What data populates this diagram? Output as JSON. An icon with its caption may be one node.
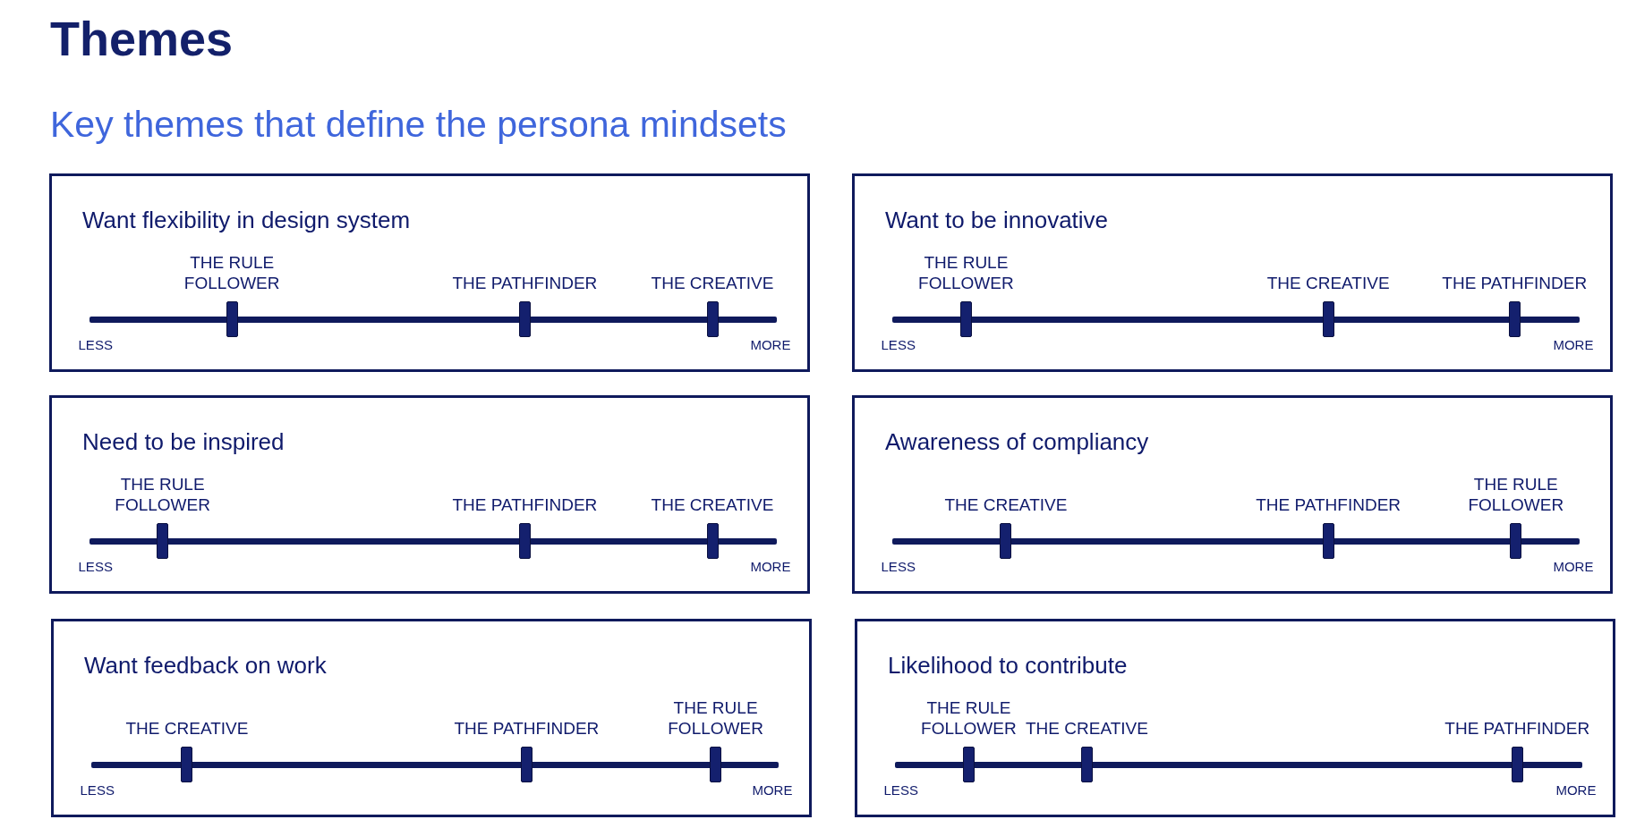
{
  "diagram": {
    "title": "Themes",
    "nodes": [
      {
        "text": [
          "Want flexibility in design system"
        ]
      },
      {
        "text": [
          "THE RULE FOLLOWER"
        ],
        "in": 0
      },
      {
        "text": [
          "THE PATHFINDER"
        ],
        "in": 0
      },
      {
        "text": [
          "THE CREATIVE"
        ],
        "in": 0
      },
      {
        "text": [
          "Want to be innovative"
        ]
      },
      {
        "text": [
          "THE RULE FOLLOWER"
        ],
        "in": 4
      },
      {
        "text": [
          "THE CREATIVE"
        ],
        "in": 4
      },
      {
        "text": [
          "THE PATHFINDER"
        ],
        "in": 4
      },
      {
        "text": [
          "Need to be inspired"
        ]
      },
      {
        "text": [
          "THE RULE FOLLOWER"
        ],
        "in": 8
      },
      {
        "text": [
          "THE PATHFINDER"
        ],
        "in": 8
      },
      {
        "text": [
          "THE CREATIVE"
        ],
        "in": 8
      },
      {
        "text": [
          "Awareness of compliancy"
        ]
      },
      {
        "text": [
          "THE CREATIVE"
        ],
        "in": 12
      },
      {
        "text": [
          "THE PATHFINDER"
        ],
        "in": 12
      },
      {
        "text": [
          "THE RULE FOLLOWER"
        ],
        "in": 12
      },
      {
        "text": [
          "Want feedback on work"
        ]
      },
      {
        "text": [
          "THE CREATIVE"
        ],
        "in": 16
      },
      {
        "text": [
          "THE PATHFINDER"
        ],
        "in": 16
      },
      {
        "text": [
          "THE RULE FOLLOWER"
        ],
        "in": 16
      },
      {
        "text": [
          "Likelihood to contribute"
        ]
      },
      {
        "text": [
          "THE RULE FOLLOWER"
        ],
        "in": 20
      },
      {
        "text": [
          "THE CREATIVE"
        ],
        "in": 20
      },
      {
        "text": [
          "THE PATHFINDER"
        ],
        "in": 20
      }
    ],
    "labels": [
      "Key themes that define the persona mindsets",
      "LESS",
      "MORE",
      "LESS",
      "MORE",
      "LESS",
      "MORE",
      "LESS",
      "MORE",
      "LESS",
      "MORE",
      "LESS",
      "MORE"
    ]
  }
}
